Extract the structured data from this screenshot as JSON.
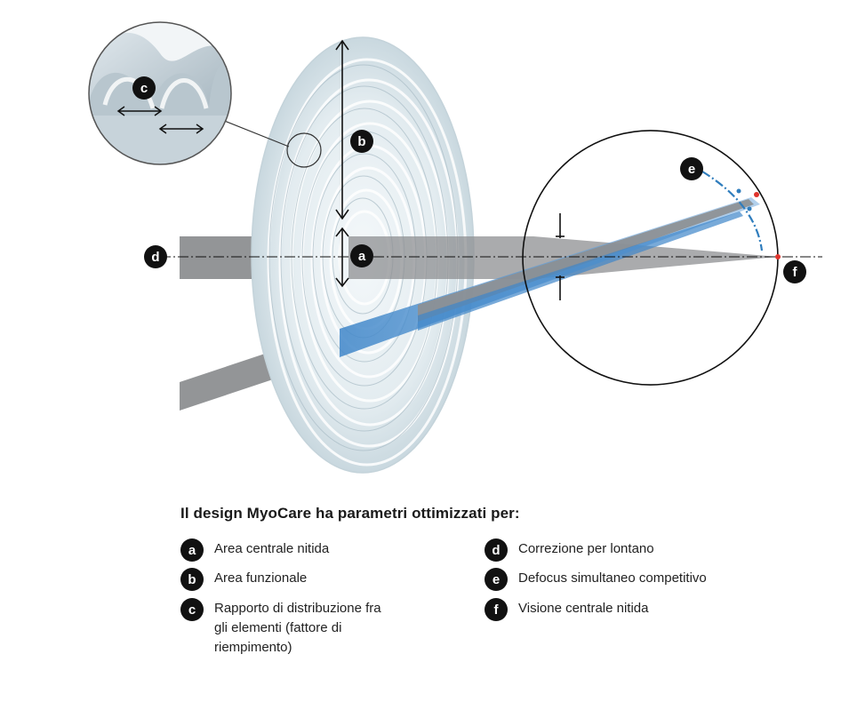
{
  "markers": {
    "a": "a",
    "b": "b",
    "c": "c",
    "d": "d",
    "e": "e",
    "f": "f"
  },
  "legend": {
    "title": "Il design MyoCare ha parametri ottimizzati per:",
    "items": [
      {
        "key": "a",
        "text": "Area centrale nitida"
      },
      {
        "key": "b",
        "text": "Area funzionale"
      },
      {
        "key": "c",
        "text": "Rapporto di distribuzione fra gli elementi (fattore di riempimento)"
      },
      {
        "key": "d",
        "text": "Correzione per lontano"
      },
      {
        "key": "e",
        "text": "Defocus simultaneo competitivo"
      },
      {
        "key": "f",
        "text": "Visione centrale nitida"
      }
    ]
  },
  "colors": {
    "beam_gray": "#8d8f91",
    "beam_blue": "#4a8fd0",
    "lens": "#dfe9ee",
    "defocus_arc": "#2f7dbd",
    "focus_dot": "#e0342c",
    "badge": "#111111"
  }
}
